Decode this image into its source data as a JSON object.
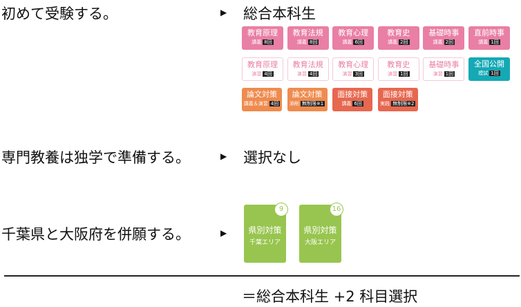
{
  "rows": [
    {
      "label": "初めて受験する。",
      "result": "総合本科生"
    },
    {
      "label": "専門教養は独学で準備する。",
      "result": "選択なし"
    },
    {
      "label": "千葉県と大阪府を併願する。"
    }
  ],
  "arrow": "▶",
  "courses": [
    {
      "title": "教育原理",
      "sub": "講義",
      "count": "8回",
      "style": "pink"
    },
    {
      "title": "教育法規",
      "sub": "講義",
      "count": "8回",
      "style": "pink"
    },
    {
      "title": "教育心理",
      "sub": "講義",
      "count": "6回",
      "style": "pink"
    },
    {
      "title": "教育史",
      "sub": "講義",
      "count": "2回",
      "style": "pink"
    },
    {
      "title": "基礎時事",
      "sub": "講義",
      "count": "2回",
      "style": "pink"
    },
    {
      "title": "直前時事",
      "sub": "講義",
      "count": "1回",
      "style": "pink"
    },
    {
      "title": "教育原理",
      "sub": "演習",
      "count": "4回",
      "style": "outline"
    },
    {
      "title": "教育法規",
      "sub": "演習",
      "count": "4回",
      "style": "outline"
    },
    {
      "title": "教育心理",
      "sub": "演習",
      "count": "3回",
      "style": "outline"
    },
    {
      "title": "教育史",
      "sub": "演習",
      "count": "1回",
      "style": "outline"
    },
    {
      "title": "基礎時事",
      "sub": "演習",
      "count": "1回",
      "style": "outline"
    },
    {
      "title": "全国公開",
      "sub": "模試",
      "count": "1回",
      "style": "teal"
    },
    {
      "title": "論文対策",
      "sub": "講義＆演習",
      "count": "4回",
      "style": "orange"
    },
    {
      "title": "論文対策",
      "sub": "添削",
      "count": "無制限※1",
      "style": "orange"
    },
    {
      "title": "面接対策",
      "sub": "講義",
      "count": "6回",
      "style": "red"
    },
    {
      "title": "面接対策",
      "sub": "実践",
      "count": "無制限※2",
      "style": "red"
    }
  ],
  "prefectures": [
    {
      "title": "県別対策",
      "area": "千葉エリア",
      "number": "9"
    },
    {
      "title": "県別対策",
      "area": "大阪エリア",
      "number": "16"
    }
  ],
  "total": "＝総合本科生 +2 科目選択"
}
